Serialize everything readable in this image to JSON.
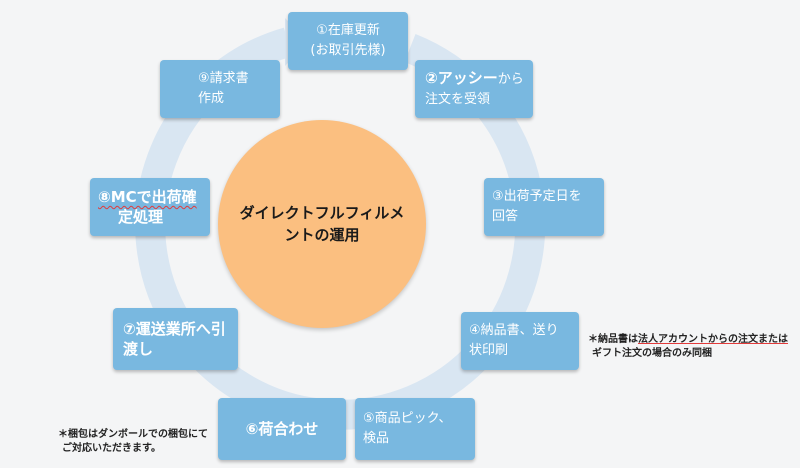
{
  "center": {
    "line1": "ダイレクトフルフィルメ",
    "line2": "ントの運用"
  },
  "steps": [
    {
      "line1": "①在庫更新",
      "line2": "(お取引先様)"
    },
    {
      "line1a": "②アッシー",
      "line1b": "から",
      "line2": "注文を受領"
    },
    {
      "line1": "③出荷予定日を",
      "line2": "回答"
    },
    {
      "line1": "④納品書、送り",
      "line2": "状印刷"
    },
    {
      "line1": "⑤商品ピック、",
      "line2": "検品"
    },
    {
      "line1": "⑥荷合わせ"
    },
    {
      "line1": "⑦運送業所へ引",
      "line2": "渡し"
    },
    {
      "line1": "⑧MCで出荷確",
      "line2": "定処理"
    },
    {
      "line1": "⑨請求書",
      "line2": "作成"
    }
  ],
  "notes": {
    "invoice": {
      "line1a": "＊納品書は",
      "line1b": "法人アカウントからの注文または",
      "line2": "ギフト注文の場合のみ同梱"
    },
    "packing": {
      "line1": "＊梱包はダンボールでの梱包にて",
      "line2": "ご対応いただきます。"
    }
  },
  "colors": {
    "box": "#79b8e0",
    "ring": "#d9e6f2",
    "center": "#fbbf80",
    "wavy_underline": "#e23b3b"
  }
}
